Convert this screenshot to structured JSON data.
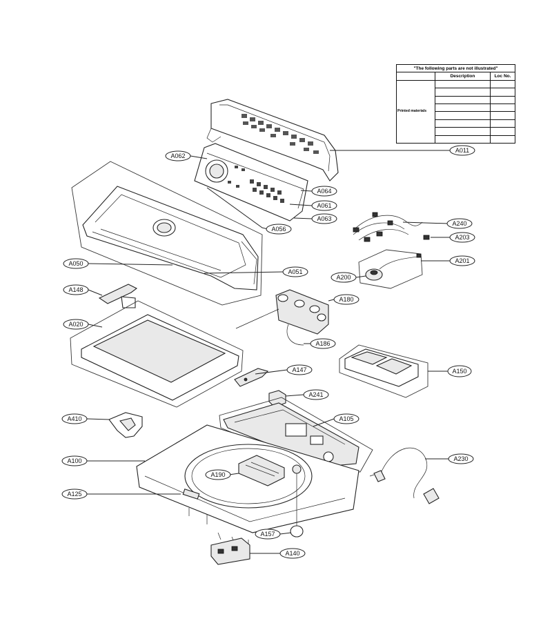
{
  "notes_table": {
    "caption": "\"The following parts are not illustrated\"",
    "headers": {
      "description": "Description",
      "loc_no": "Loc No."
    },
    "group_label": "Printed materials",
    "rows": [
      [
        "",
        ""
      ],
      [
        "",
        ""
      ],
      [
        "",
        ""
      ],
      [
        "",
        ""
      ],
      [
        "",
        ""
      ],
      [
        "",
        ""
      ],
      [
        "",
        ""
      ],
      [
        "",
        ""
      ]
    ]
  },
  "callouts": {
    "A011": "A011",
    "A062": "A062",
    "A064": "A064",
    "A061": "A061",
    "A063": "A063",
    "A056": "A056",
    "A240": "A240",
    "A203": "A203",
    "A201": "A201",
    "A200": "A200",
    "A050": "A050",
    "A051": "A051",
    "A148": "A148",
    "A180": "A180",
    "A186": "A186",
    "A020": "A020",
    "A147": "A147",
    "A150": "A150",
    "A241": "A241",
    "A410": "A410",
    "A105": "A105",
    "A230": "A230",
    "A100": "A100",
    "A190": "A190",
    "A125": "A125",
    "A157": "A157",
    "A140": "A140"
  }
}
